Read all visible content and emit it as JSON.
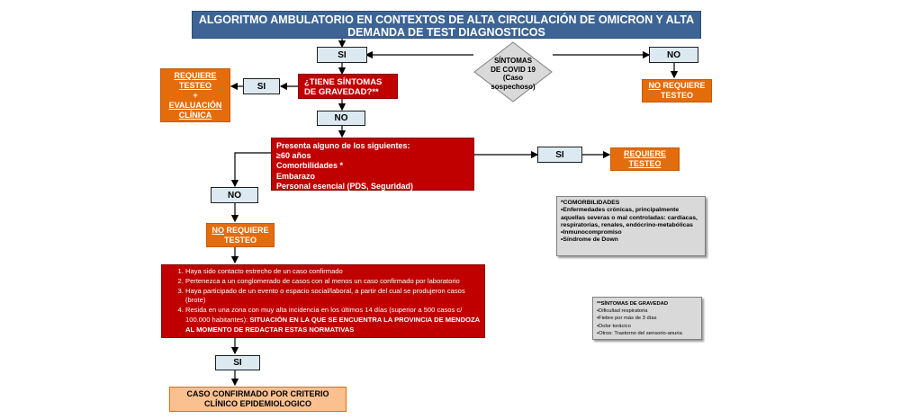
{
  "title": "ALGORITMO AMBULATORIO EN CONTEXTOS DE ALTA CIRCULACIÓN DE OMICRON Y ALTA DEMANDA DE TEST DIAGNOSTICOS",
  "diamond": {
    "line1": "SÍNTOMAS",
    "line2": "DE COVID 19",
    "line3": "(Caso sospechoso)"
  },
  "labels": {
    "si": "SI",
    "no": "NO"
  },
  "no_requiere_top": {
    "no": "NO",
    "rest": " REQUIERE",
    "line2": "TESTEO"
  },
  "gravedad_question": "¿TIENE SÍNTOMAS DE GRAVEDAD?**",
  "requiere_eval": {
    "line1": "REQUIERE",
    "line2": "TESTEO",
    "plus": "+",
    "line3": "EVALUACIÓN",
    "line4": "CLÍNICA"
  },
  "presenta": {
    "heading": "Presenta alguno de los siguientes:",
    "items": [
      "≥60 años",
      "Comorbilidades *",
      "Embarazo",
      "Personal esencial (PDS, Seguridad)"
    ]
  },
  "requiere_testeo_right": {
    "line1": "REQUIERE",
    "line2": "TESTEO"
  },
  "no_requiere_mid": {
    "no": "NO",
    "rest": " REQUIERE",
    "line2": "TESTEO"
  },
  "criteria": [
    {
      "text": "Haya sido contacto estrecho de un caso confirmado"
    },
    {
      "text": "Pertenezca a un conglomerado de casos con al menos un caso confirmado por laboratorio"
    },
    {
      "text": "Haya participado de un evento o espacio social/laboral, a partir del cual se produjeron casos (brote)"
    },
    {
      "text": "Resida en una zona con muy alta incidencia en los últimos 14 días (superior a 500 casos c/ 100.000 habitantes): ",
      "bold": "SITUACIÓN EN LA QUE SE ENCUENTRA LA PROVINCIA DE MENDOZA AL MOMENTO DE REDACTAR ESTAS NORMATIVAS"
    }
  ],
  "caso_confirmado": {
    "line1": "CASO CONFIRMADO POR CRITERIO",
    "line2": "CLÍNICO EPIDEMIOLOGICO"
  },
  "comorbilidades": {
    "heading": "*COMORBILIDADES",
    "items": [
      "•Enfermedades crónicas, principalmente aquellas severas o mal controladas: cardíacas, respiratorias, renales, endócrino-metabólicas",
      "•Inmunocompromiso",
      "•Síndrome de Down"
    ]
  },
  "sintomas_gravedad": {
    "heading": "**SÍNTOMAS DE GRAVEDAD",
    "items": [
      "•Dificultad respiratoria",
      "•Fiebre por más de 3 días",
      "•Dolor torácico",
      "•Otros: Trastorno del sensorio-anuria"
    ]
  }
}
